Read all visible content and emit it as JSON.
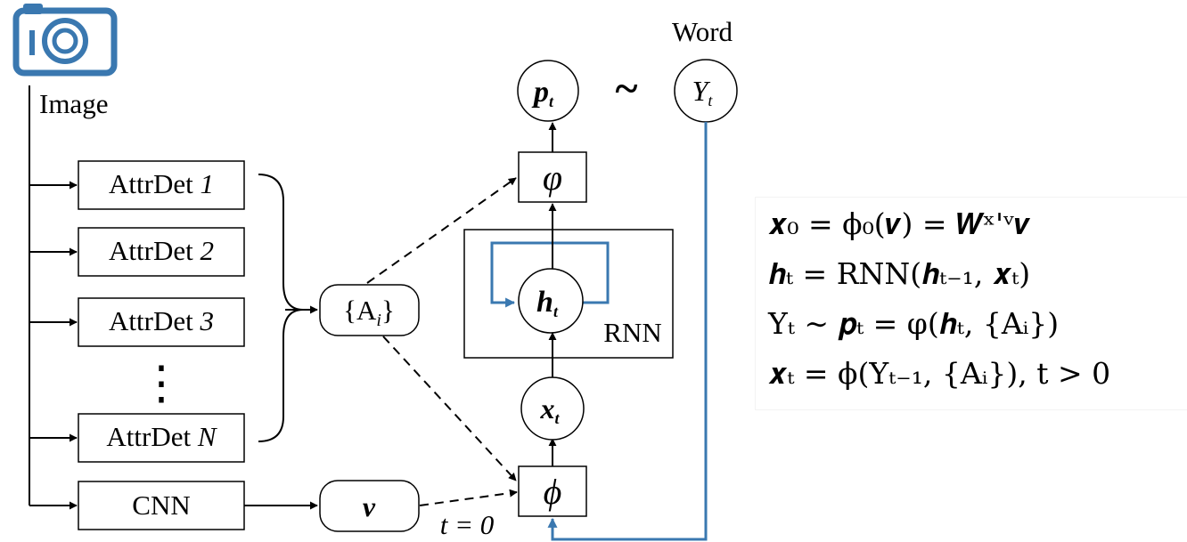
{
  "image_label": "Image",
  "word_label": "Word",
  "attr_detectors": [
    {
      "prefix": "AttrDet ",
      "index": "1"
    },
    {
      "prefix": "AttrDet ",
      "index": "2"
    },
    {
      "prefix": "AttrDet ",
      "index": "3"
    },
    {
      "prefix": "AttrDet ",
      "index": "N"
    }
  ],
  "ellipsis": "⋮",
  "cnn_label": "CNN",
  "attributes_node": "{A",
  "attributes_sub": "i",
  "attributes_close": "}",
  "v_node": "v",
  "t0_label": "t = 0",
  "rnn_label": "RNN",
  "nodes": {
    "p": "p",
    "p_sub": "t",
    "y": "Y",
    "y_sub": "t",
    "h": "h",
    "h_sub": "t",
    "x": "x",
    "x_sub": "t",
    "varphi": "φ",
    "phi": "ϕ"
  },
  "tilde": "~",
  "colors": {
    "blue": "#3a78b0",
    "black": "#000000"
  },
  "equations": [
    "𝒙₀ = ϕ₀(𝒗) = 𝑾ˣ'ᵛ𝒗",
    "𝒉ₜ = RNN(𝒉ₜ₋₁, 𝒙ₜ)",
    "Yₜ ∼ 𝒑ₜ = φ(𝒉ₜ, {Aᵢ})",
    "𝒙ₜ = ϕ(Yₜ₋₁, {Aᵢ}),  t > 0"
  ]
}
